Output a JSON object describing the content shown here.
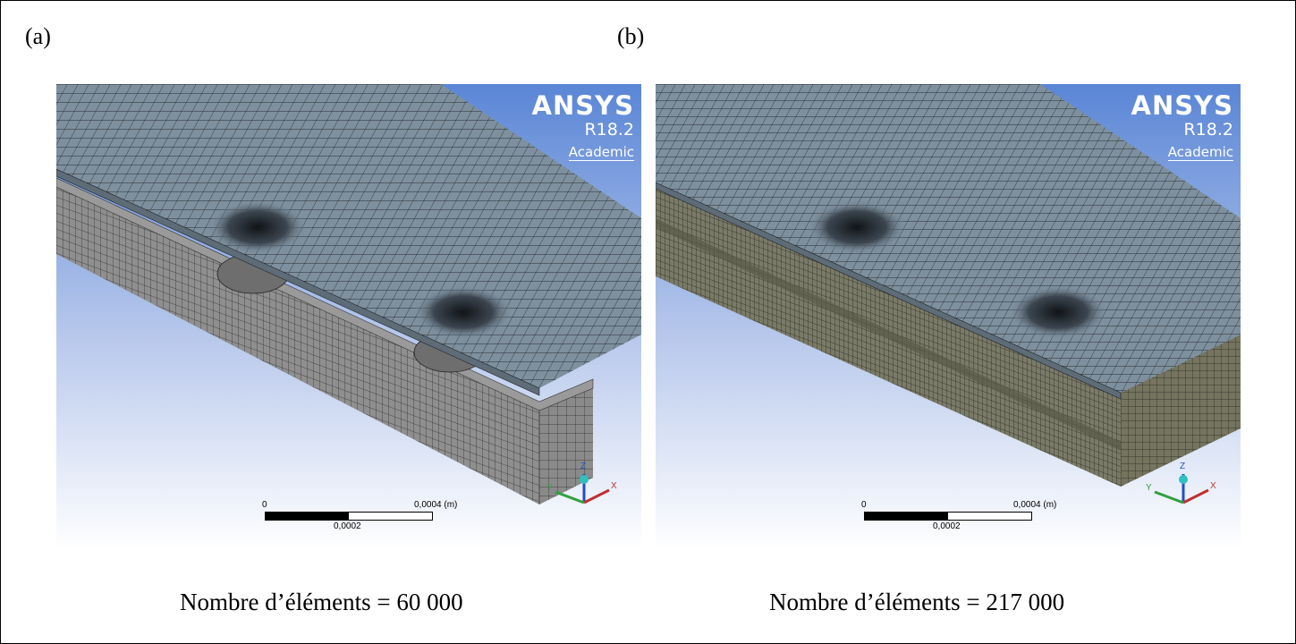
{
  "panels": [
    {
      "label": "(a)",
      "brand": {
        "name": "ANSYS",
        "version": "R18.2",
        "edition": "Academic"
      },
      "scale": {
        "start": "0",
        "mid": "0,0002",
        "end": "0,0004 (m)"
      },
      "triad": {
        "x": "X",
        "y": "Y",
        "z": "Z"
      },
      "caption": "Nombre d’éléments = 60 000",
      "colors": {
        "mesh_top": "#7e909e",
        "mesh_side": "#8f8f8f",
        "background_top": "#4a76c9",
        "background_bottom": "#ffffff"
      }
    },
    {
      "label": "(b)",
      "brand": {
        "name": "ANSYS",
        "version": "R18.2",
        "edition": "Academic"
      },
      "scale": {
        "start": "0",
        "mid": "0,0002",
        "end": "0,0004 (m)"
      },
      "triad": {
        "x": "X",
        "y": "Y",
        "z": "Z"
      },
      "caption": "Nombre d’éléments = 217 000",
      "colors": {
        "mesh_top": "#7e909e",
        "mesh_side": "#6e6e5a",
        "background_top": "#4a76c9",
        "background_bottom": "#ffffff"
      }
    }
  ]
}
